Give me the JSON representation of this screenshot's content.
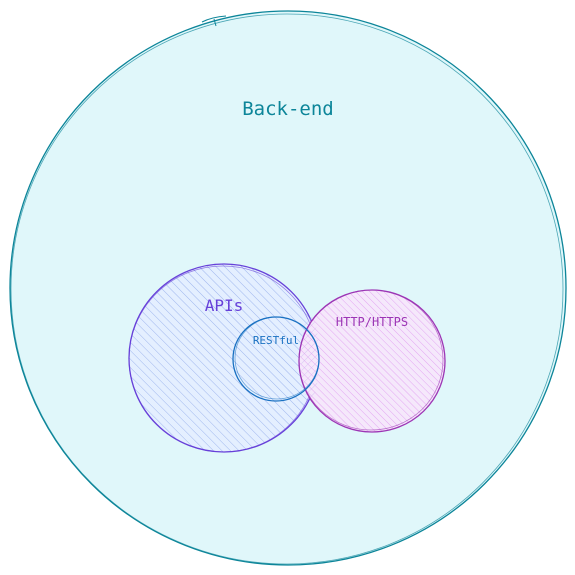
{
  "diagram": {
    "nodes": [
      {
        "id": "backend",
        "label": "Back-end",
        "fill": "#e0f7fa",
        "stroke": "#0c8599",
        "hatch": null
      },
      {
        "id": "apis",
        "label": "APIs",
        "fill": "#e7f1fc",
        "stroke": "#6741d9",
        "hatch": "#a5b9f2"
      },
      {
        "id": "http",
        "label": "HTTP/HTTPS",
        "fill": "#f6ecfb",
        "stroke": "#9c36b5",
        "hatch": "#e0a8f0"
      },
      {
        "id": "restful",
        "label": "RESTful",
        "fill": "none",
        "stroke": "#1971c2",
        "hatch": null
      }
    ]
  }
}
